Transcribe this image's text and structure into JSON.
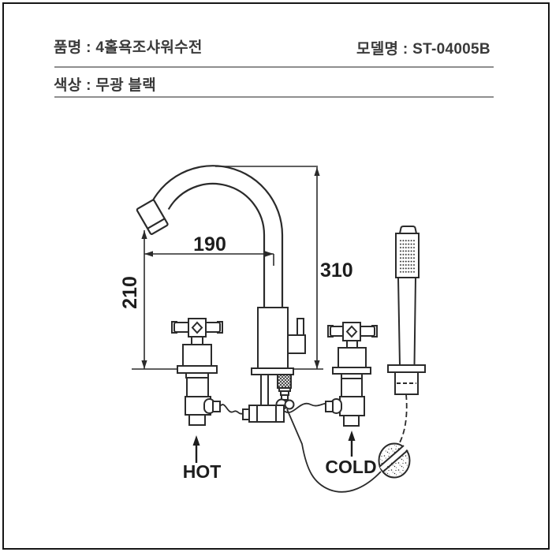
{
  "header": {
    "product": "품명 : 4홀욕조샤워수전",
    "model": "모델명 : ST-04005B",
    "color": "색상 : 무광 블랙"
  },
  "diagram": {
    "dims": {
      "reach": "190",
      "spout_height": "210",
      "total_height": "310"
    },
    "labels": {
      "hot": "HOT",
      "cold": "COLD"
    }
  },
  "colors": {
    "line": "#2b2b2b",
    "header_text": "#3a3a3a",
    "divider": "#8f8f8f",
    "background": "#ffffff"
  }
}
